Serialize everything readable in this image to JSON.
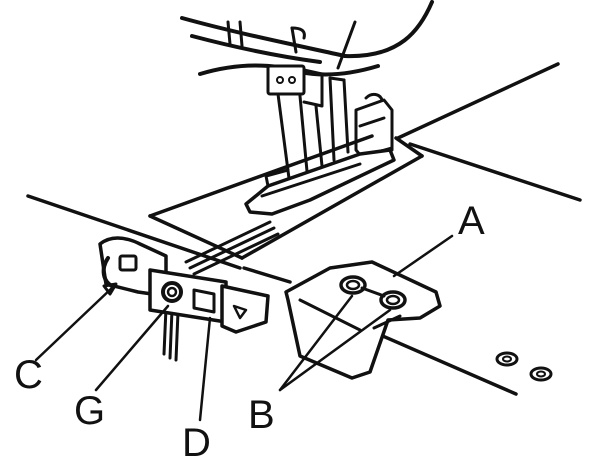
{
  "colors": {
    "ink": "#111111",
    "background": "#ffffff"
  },
  "callouts": {
    "A": "A",
    "B": "B",
    "C": "C",
    "D": "D",
    "G": "G"
  }
}
